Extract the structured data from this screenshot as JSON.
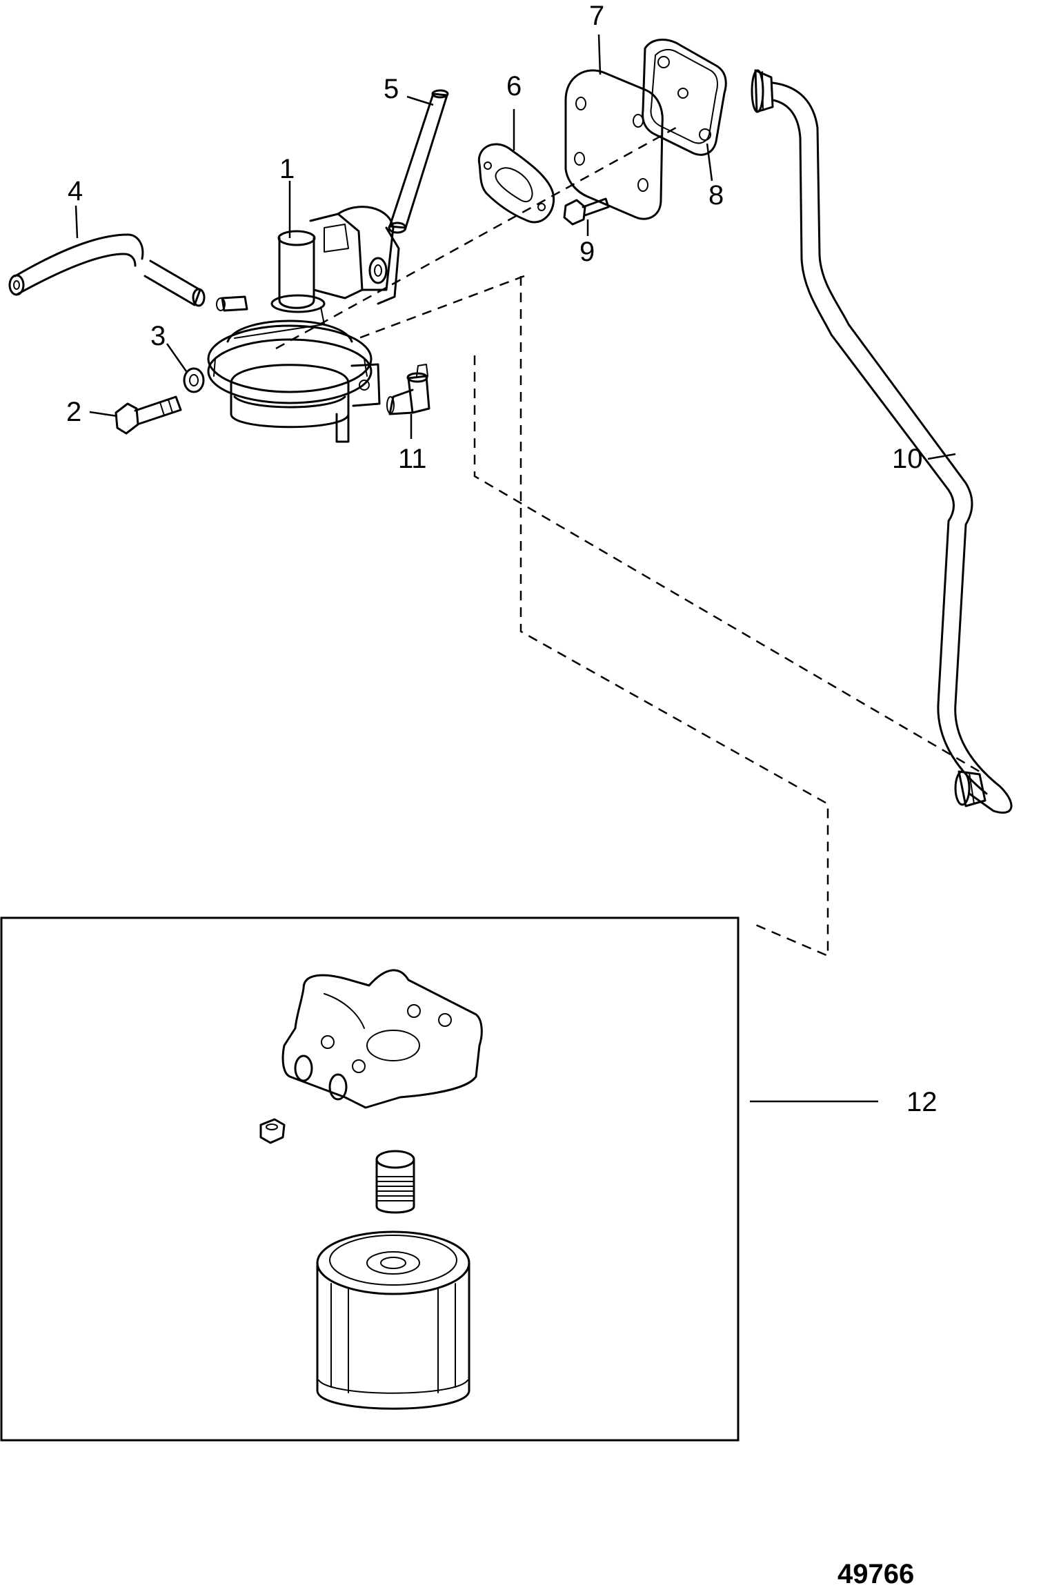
{
  "diagram": {
    "callouts": [
      "1",
      "2",
      "3",
      "4",
      "5",
      "6",
      "7",
      "8",
      "9",
      "10",
      "11",
      "12"
    ],
    "figure_id": "49766"
  }
}
